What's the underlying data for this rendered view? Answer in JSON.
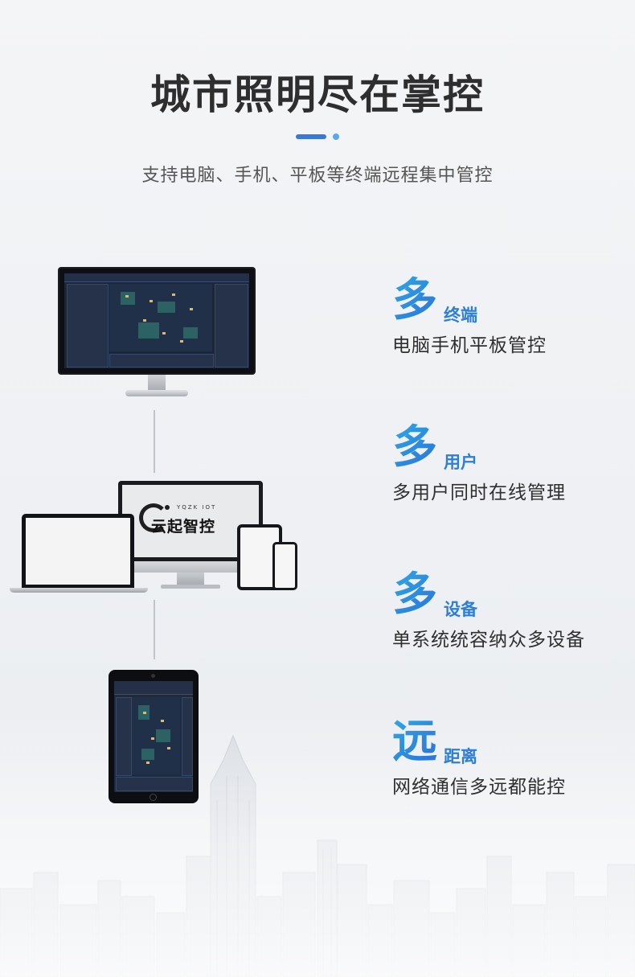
{
  "header": {
    "title": "城市照明尽在掌控",
    "subtitle": "支持电脑、手机、平板等终端远程集中管控"
  },
  "brand": {
    "logo_small": "YQZK IOT",
    "logo_text": "云起智控"
  },
  "features": [
    {
      "big": "多",
      "small": "终端",
      "desc": "电脑手机平板管控"
    },
    {
      "big": "多",
      "small": "用户",
      "desc": "多用户同时在线管理"
    },
    {
      "big": "多",
      "small": "设备",
      "desc": "单系统统容纳众多设备"
    },
    {
      "big": "远",
      "small": "距离",
      "desc": "网络通信多远都能控"
    }
  ],
  "colors": {
    "accent_blue": "#2d7fd6",
    "accent_light": "#2ea9e6",
    "title": "#2e2e2e",
    "dashboard_bg": "#1c2638"
  }
}
